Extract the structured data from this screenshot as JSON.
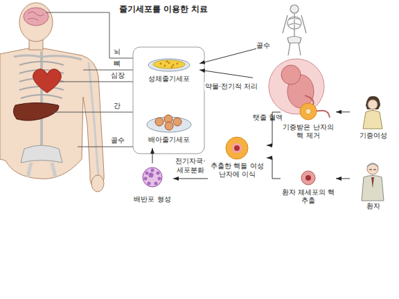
{
  "diagram": {
    "title": "줄기세포를 이용한 치료",
    "nodes": [
      {
        "text": [
          "성체줄기세포"
        ]
      },
      {
        "text": [
          "배아줄기세포"
        ]
      },
      {
        "text": [
          "골수"
        ]
      },
      {
        "text": [
          "탯줄 혈액"
        ]
      },
      {
        "text": [
          "기증여성"
        ]
      },
      {
        "text": [
          "환자"
        ]
      },
      {
        "text": [
          "기증받은 난자의 핵 제거"
        ]
      },
      {
        "text": [
          "환자 체세포의 핵 추출"
        ]
      },
      {
        "text": [
          "추출한 핵을 여성 난자에 이식"
        ]
      },
      {
        "text": [
          "배반포 형성"
        ]
      }
    ],
    "edges": [
      {
        "from": 2,
        "to": 0,
        "arrow": "to"
      },
      {
        "from": 3,
        "to": 0,
        "label": "약물·전기적 처리",
        "arrow": "to"
      },
      {
        "from": 4,
        "to": 6,
        "arrow": "to"
      },
      {
        "from": 5,
        "to": 7,
        "arrow": "to"
      },
      {
        "from": 6,
        "to": 8,
        "arrow": "to"
      },
      {
        "from": 7,
        "to": 8,
        "arrow": "to"
      },
      {
        "from": 8,
        "to": 9,
        "label": "전기자극·세포분화",
        "arrow": "to"
      },
      {
        "from": 9,
        "to": 1,
        "arrow": "to"
      }
    ],
    "labels": [
      "뇌",
      "뼈",
      "심장",
      "간",
      "골수"
    ]
  }
}
